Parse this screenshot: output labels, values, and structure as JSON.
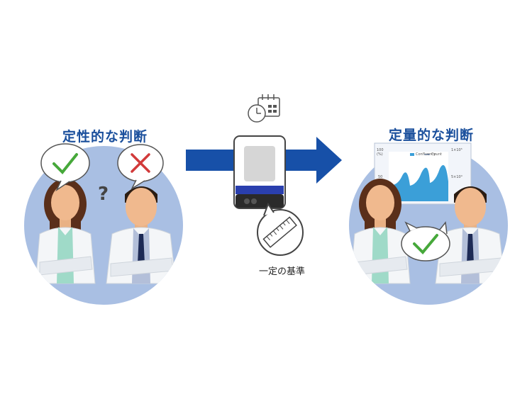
{
  "left_panel": {
    "title": "定性的な判断",
    "question_mark": "?"
  },
  "middle": {
    "caption": "一定の基準"
  },
  "right_panel": {
    "title": "定量的な判断",
    "chart": {
      "legend_confluency": "Confluency",
      "legend_count": "Count",
      "y_left_top": "100",
      "y_left_unit": "(%)",
      "y_left_bottom": "50",
      "y_right_top": "1×10⁵",
      "y_right_bottom": "5×10⁴"
    }
  },
  "colors": {
    "title_blue": "#1a4f9c",
    "arrow_blue": "#1750a8",
    "circle_bg": "#a9bfe3",
    "check_green": "#46a83a",
    "cross_red": "#d23a3a",
    "chart_fill": "#3b9fd8"
  },
  "icons": [
    "check-icon",
    "cross-icon",
    "question-icon",
    "clock-icon",
    "calendar-icon",
    "ruler-icon",
    "device-icon"
  ]
}
